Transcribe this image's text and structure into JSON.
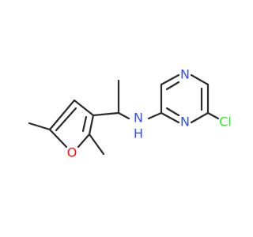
{
  "molecule": {
    "atoms": {
      "furan_oxygen": {
        "symbol": "O",
        "color": "#ff0d0d"
      },
      "amine_nitrogen": {
        "symbol": "N",
        "color": "#3050f8",
        "hydrogen": "H"
      },
      "pyrazine_n1": {
        "symbol": "N",
        "color": "#3050f8"
      },
      "pyrazine_n4": {
        "symbol": "N",
        "color": "#3050f8"
      },
      "chlorine": {
        "symbol": "Cl",
        "color": "#1ff01f"
      }
    },
    "bond_color": "#2b2b2b"
  }
}
